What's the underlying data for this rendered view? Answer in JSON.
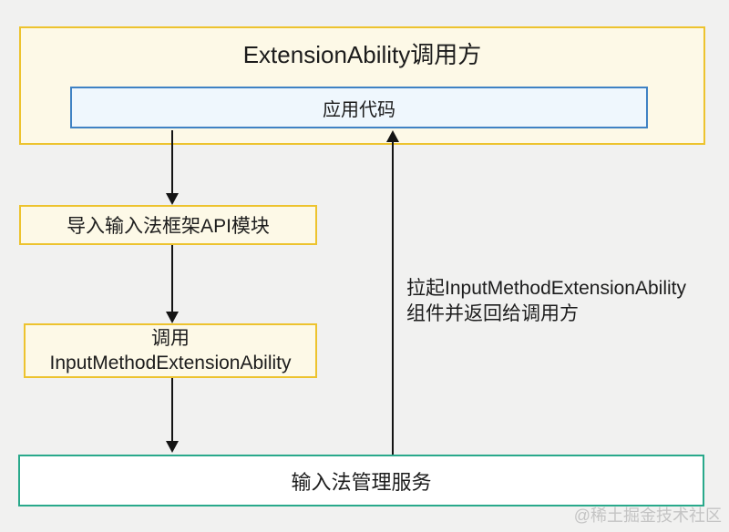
{
  "diagram": {
    "caller_title": "ExtensionAbility调用方",
    "app_code_label": "应用代码",
    "import_label": "导入输入法框架API模块",
    "call_line1": "调用",
    "call_line2": "InputMethodExtensionAbility",
    "service_label": "输入法管理服务",
    "annotation_line1": "拉起InputMethodExtensionAbility",
    "annotation_line2": "组件并返回给调用方"
  },
  "watermark": "@稀土掘金技术社区",
  "colors": {
    "page_bg": "#F1F1F0",
    "box_border_yellow": "#EDC32E",
    "box_bg_cream": "#FDF9E7",
    "inner_border_blue": "#3F82C4",
    "inner_bg_blue": "#EFF7FD",
    "service_border_green": "#29A98B",
    "service_bg": "#FFFFFF",
    "arrow": "#141414",
    "text": "#1C1C1C",
    "watermark_gray": "#C4C4C4"
  }
}
